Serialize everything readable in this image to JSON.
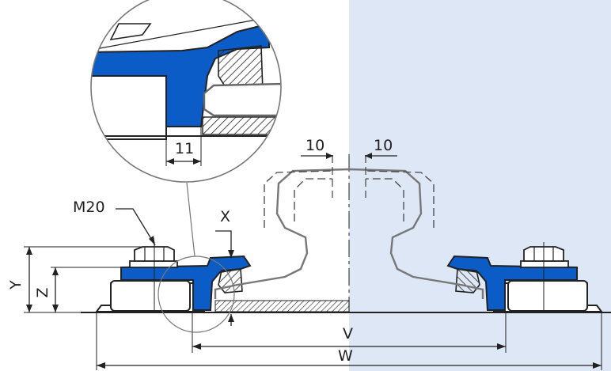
{
  "colors": {
    "part_blue": "#0b5cc6",
    "part_blue_dark": "#0a3f8f",
    "panel_tint": "#dde7f5",
    "outline": "#222222",
    "rail": "#777777",
    "dashed": "#444444"
  },
  "labels": {
    "detail_dim": "11",
    "offset_left": "10",
    "offset_right": "10",
    "bolt": "M20",
    "dim_x": "X",
    "dim_y": "Y",
    "dim_z": "Z",
    "dim_v": "V",
    "dim_w": "W"
  }
}
